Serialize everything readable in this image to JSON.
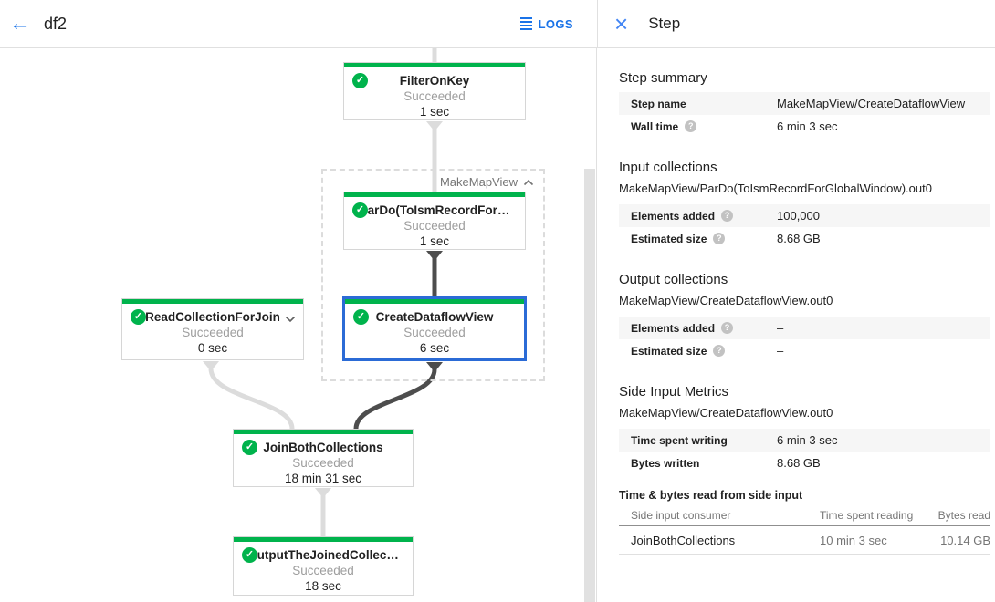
{
  "topbar": {
    "title": "df2",
    "logs_label": "LOGS"
  },
  "colors": {
    "success_green": "#00b34c",
    "selected_blue": "#2b6bd6",
    "action_blue": "#1a73e8",
    "edge_light": "#dcdcdc",
    "edge_dark": "#4d4d4d"
  },
  "graph": {
    "group": {
      "label": "MakeMapView"
    },
    "nodes": {
      "filter_on_key": {
        "title": "FilterOnKey",
        "status": "Succeeded",
        "time": "1 sec"
      },
      "pardo_to_ism": {
        "title": "ParDo(ToIsmRecordFor…",
        "status": "Succeeded",
        "time": "1 sec"
      },
      "read_collection_for_join": {
        "title": "ReadCollectionForJoin",
        "status": "Succeeded",
        "time": "0 sec"
      },
      "create_dataflow_view": {
        "title": "CreateDataflowView",
        "status": "Succeeded",
        "time": "6 sec"
      },
      "join_both_collections": {
        "title": "JoinBothCollections",
        "status": "Succeeded",
        "time": "18 min 31 sec"
      },
      "output_the_joined": {
        "title": "OutputTheJoinedCollec…",
        "status": "Succeeded",
        "time": "18 sec"
      }
    }
  },
  "panel": {
    "title": "Step",
    "step_summary": {
      "heading": "Step summary",
      "rows": [
        {
          "label": "Step name",
          "value": "MakeMapView/CreateDataflowView"
        },
        {
          "label": "Wall time",
          "value": "6 min 3 sec"
        }
      ]
    },
    "input_collections": {
      "heading": "Input collections",
      "collection": "MakeMapView/ParDo(ToIsmRecordForGlobalWindow).out0",
      "rows": [
        {
          "label": "Elements added",
          "value": "100,000"
        },
        {
          "label": "Estimated size",
          "value": "8.68 GB"
        }
      ]
    },
    "output_collections": {
      "heading": "Output collections",
      "collection": "MakeMapView/CreateDataflowView.out0",
      "rows": [
        {
          "label": "Elements added",
          "value": "–"
        },
        {
          "label": "Estimated size",
          "value": "–"
        }
      ]
    },
    "side_input_metrics": {
      "heading": "Side Input Metrics",
      "collection": "MakeMapView/CreateDataflowView.out0",
      "rows": [
        {
          "label": "Time spent writing",
          "value": "6 min 3 sec"
        },
        {
          "label": "Bytes written",
          "value": "8.68 GB"
        }
      ]
    },
    "side_input_table": {
      "heading": "Time & bytes read from side input",
      "columns": [
        "Side input consumer",
        "Time spent reading",
        "Bytes read"
      ],
      "rows": [
        [
          "JoinBothCollections",
          "10 min 3 sec",
          "10.14 GB"
        ]
      ]
    }
  }
}
